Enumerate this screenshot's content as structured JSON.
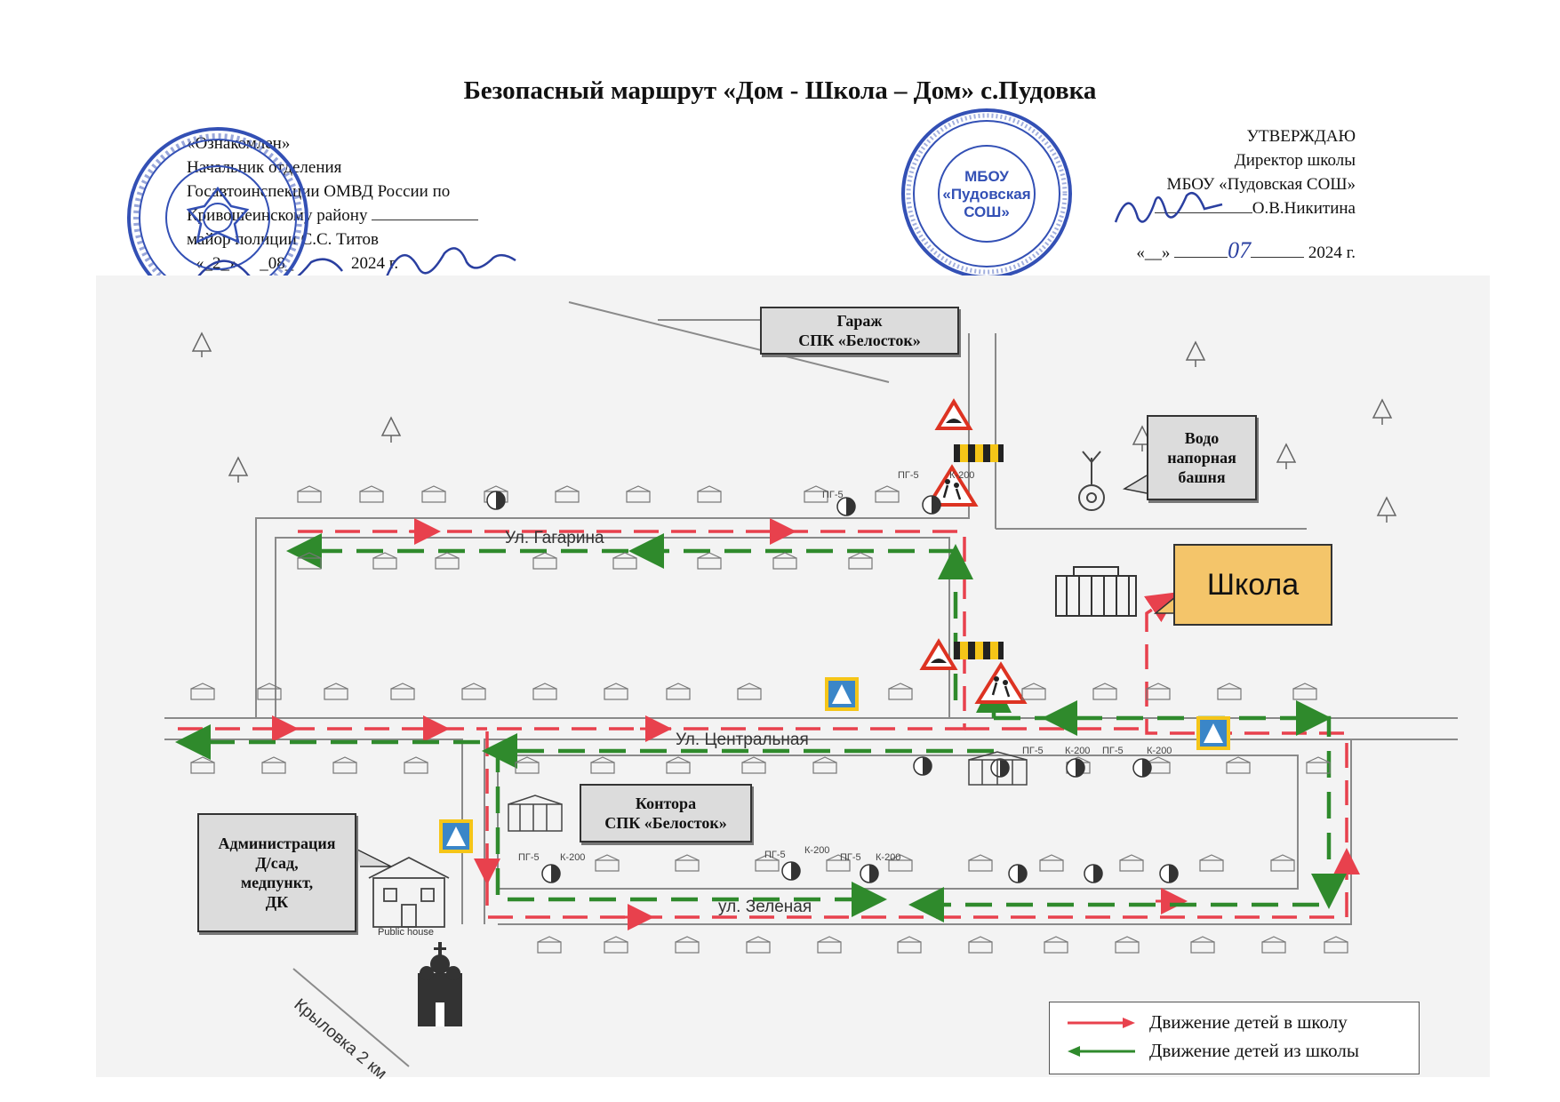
{
  "title": "Безопасный маршрут «Дом - Школа – Дом» с.Пудовка",
  "acquainted": {
    "line1": "«Ознакомлен»",
    "line2": "Начальник отделения",
    "line3": "Госавтоинспекции ОМВД России по",
    "line4": "Кривошеинскому району",
    "line5": "майор   полиции С.С. Титов",
    "date_day": "«_2_»",
    "date_month": "_08_",
    "date_year": "2024 г."
  },
  "approved": {
    "line1": "УТВЕРЖДАЮ",
    "line2": "Директор школы",
    "line3": "МБОУ «Пудовская СОШ»",
    "line4": "О.В.Никитина",
    "date_day": "«__»",
    "date_month": "07",
    "date_year": "2024 г."
  },
  "seal_right": {
    "center_line1": "МБОУ",
    "center_line2": "«Пудовская",
    "center_line3": "СОШ»"
  },
  "buildings": {
    "garage_line1": "Гараж",
    "garage_line2": "СПК «Белосток»",
    "water_line1": "Водо",
    "water_line2": "напорная",
    "water_line3": "башня",
    "school": "Школа",
    "office_line1": "Контора",
    "office_line2": "СПК «Белосток»",
    "admin_line1": "Администрация",
    "admin_line2": "Д/сад,",
    "admin_line3": "медпункт,",
    "admin_line4": "ДК",
    "public_house": "Public house"
  },
  "streets": {
    "gagarina": "Ул. Гагарина",
    "centralnaya": "Ул. Центральная",
    "zelenaya": "ул. Зеленая",
    "krylovka": "Крыловка 2 км"
  },
  "hydrant_labels": {
    "pg": "ПГ-5",
    "k": "К-200"
  },
  "legend": {
    "to_school": "Движение детей в школу",
    "from_school": "Движение детей из школы"
  },
  "colors": {
    "to_school": "#e8414d",
    "from_school": "#2f8a2c",
    "school_fill": "#f4c56a",
    "crossing_fill": "#3a86c8",
    "speed_bump": "#f5c518"
  }
}
